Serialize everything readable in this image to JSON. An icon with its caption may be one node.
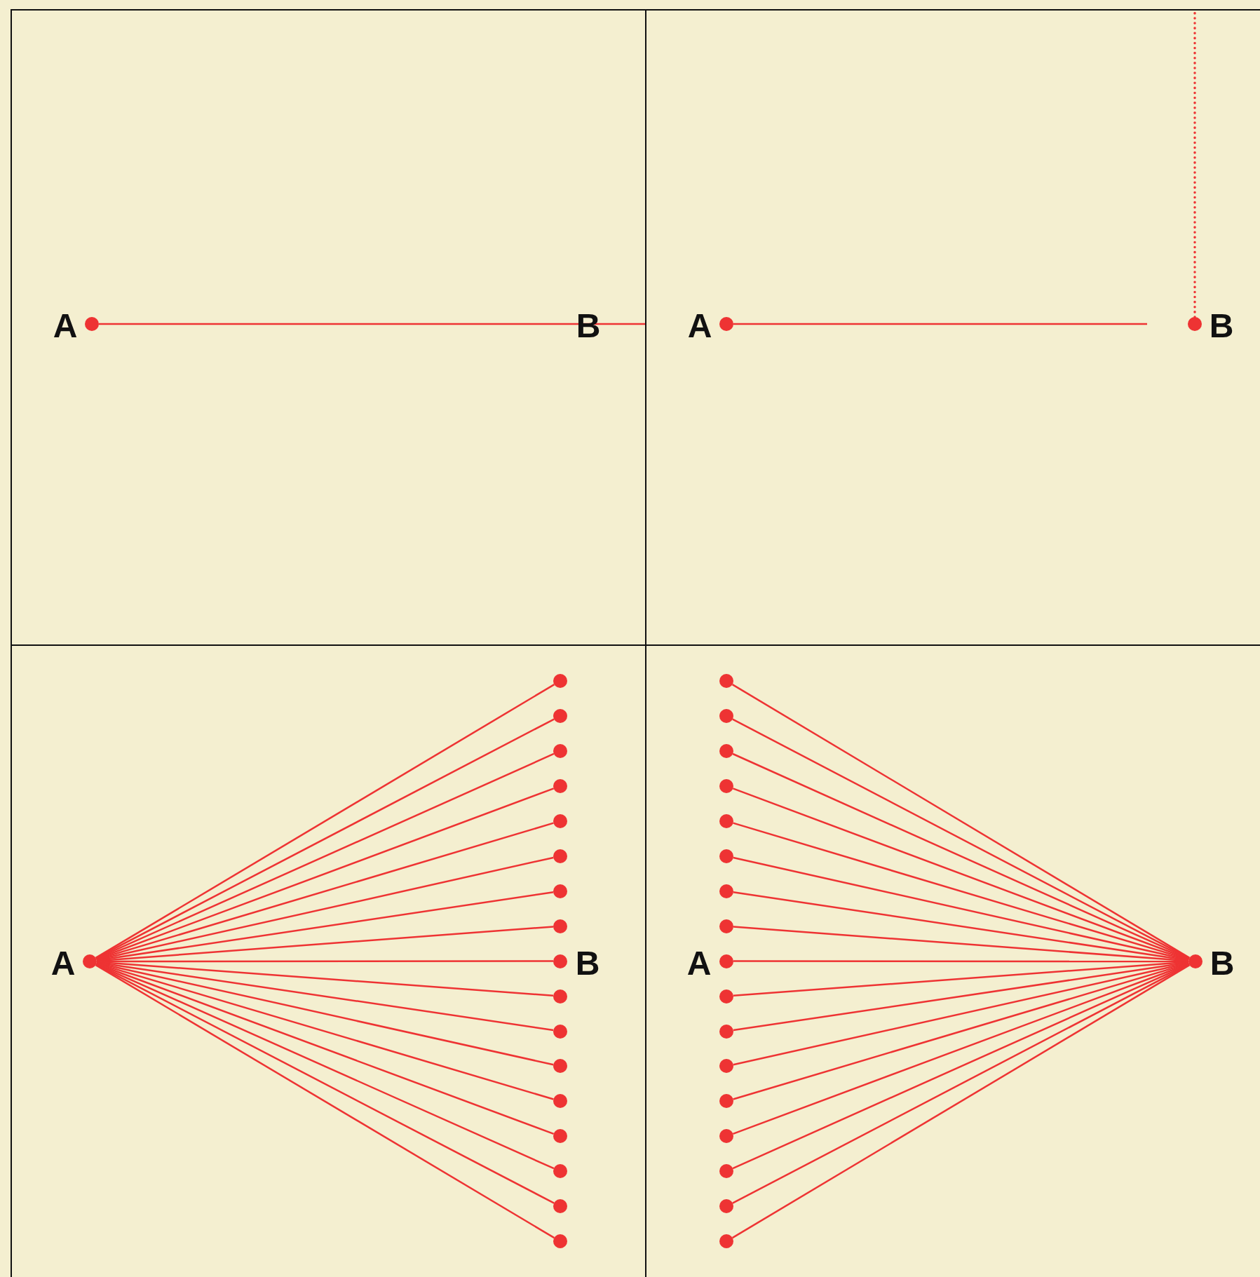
{
  "diagram": {
    "nodes": [
      {
        "text": [],
        "shape": "circle",
        "beside": [
          "A"
        ]
      },
      {
        "text": [],
        "shape": "circle",
        "beside": [
          "A"
        ]
      },
      {
        "text": [],
        "shape": "circle",
        "beside": [
          "B"
        ]
      },
      {
        "text": [],
        "shape": "circle",
        "beside": [
          "A"
        ]
      },
      {
        "text": [],
        "shape": "circle"
      },
      {
        "text": [],
        "shape": "circle"
      },
      {
        "text": [],
        "shape": "circle"
      },
      {
        "text": [],
        "shape": "circle"
      },
      {
        "text": [],
        "shape": "circle"
      },
      {
        "text": [],
        "shape": "circle"
      },
      {
        "text": [],
        "shape": "circle"
      },
      {
        "text": [],
        "shape": "circle"
      },
      {
        "text": [],
        "shape": "circle",
        "beside": [
          "B"
        ]
      },
      {
        "text": [],
        "shape": "circle"
      },
      {
        "text": [],
        "shape": "circle"
      },
      {
        "text": [],
        "shape": "circle"
      },
      {
        "text": [],
        "shape": "circle"
      },
      {
        "text": [],
        "shape": "circle"
      },
      {
        "text": [],
        "shape": "circle"
      },
      {
        "text": [],
        "shape": "circle"
      },
      {
        "text": [],
        "shape": "circle"
      },
      {
        "text": [],
        "shape": "circle"
      },
      {
        "text": [],
        "shape": "circle"
      },
      {
        "text": [],
        "shape": "circle"
      },
      {
        "text": [],
        "shape": "circle"
      },
      {
        "text": [],
        "shape": "circle"
      },
      {
        "text": [],
        "shape": "circle"
      },
      {
        "text": [],
        "shape": "circle"
      },
      {
        "text": [],
        "shape": "circle"
      },
      {
        "text": [],
        "shape": "circle",
        "beside": [
          "A"
        ]
      },
      {
        "text": [],
        "shape": "circle"
      },
      {
        "text": [],
        "shape": "circle"
      },
      {
        "text": [],
        "shape": "circle"
      },
      {
        "text": [],
        "shape": "circle"
      },
      {
        "text": [],
        "shape": "circle"
      },
      {
        "text": [],
        "shape": "circle"
      },
      {
        "text": [],
        "shape": "circle"
      },
      {
        "text": [],
        "shape": "circle"
      },
      {
        "text": [],
        "shape": "circle",
        "beside": [
          "B"
        ]
      }
    ],
    "edges": [
      {
        "from": 0,
        "to": null,
        "arrow": "none"
      },
      {
        "from": 1,
        "to": null,
        "arrow": "none"
      },
      {
        "from": 2,
        "to": null,
        "arrow": "none",
        "style": "dashed"
      },
      {
        "from": 3,
        "to": 4,
        "arrow": "none"
      },
      {
        "from": 3,
        "to": 5,
        "arrow": "none"
      },
      {
        "from": 3,
        "to": 6,
        "arrow": "none"
      },
      {
        "from": 3,
        "to": 7,
        "arrow": "none"
      },
      {
        "from": 3,
        "to": 8,
        "arrow": "none"
      },
      {
        "from": 3,
        "to": 9,
        "arrow": "none"
      },
      {
        "from": 3,
        "to": 10,
        "arrow": "none"
      },
      {
        "from": 3,
        "to": 11,
        "arrow": "none"
      },
      {
        "from": 3,
        "to": 12,
        "arrow": "none"
      },
      {
        "from": 3,
        "to": 13,
        "arrow": "none"
      },
      {
        "from": 3,
        "to": 14,
        "arrow": "none"
      },
      {
        "from": 3,
        "to": 15,
        "arrow": "none"
      },
      {
        "from": 3,
        "to": 16,
        "arrow": "none"
      },
      {
        "from": 3,
        "to": 17,
        "arrow": "none"
      },
      {
        "from": 3,
        "to": 18,
        "arrow": "none"
      },
      {
        "from": 3,
        "to": 19,
        "arrow": "none"
      },
      {
        "from": 3,
        "to": 20,
        "arrow": "none"
      },
      {
        "from": 21,
        "to": 38,
        "arrow": "none"
      },
      {
        "from": 22,
        "to": 38,
        "arrow": "none"
      },
      {
        "from": 23,
        "to": 38,
        "arrow": "none"
      },
      {
        "from": 24,
        "to": 38,
        "arrow": "none"
      },
      {
        "from": 25,
        "to": 38,
        "arrow": "none"
      },
      {
        "from": 26,
        "to": 38,
        "arrow": "none"
      },
      {
        "from": 27,
        "to": 38,
        "arrow": "none"
      },
      {
        "from": 28,
        "to": 38,
        "arrow": "none"
      },
      {
        "from": 29,
        "to": 38,
        "arrow": "none"
      },
      {
        "from": 30,
        "to": 38,
        "arrow": "none"
      },
      {
        "from": 31,
        "to": 38,
        "arrow": "none"
      },
      {
        "from": 32,
        "to": 38,
        "arrow": "none"
      },
      {
        "from": 33,
        "to": 38,
        "arrow": "none"
      },
      {
        "from": 34,
        "to": 38,
        "arrow": "none"
      },
      {
        "from": 35,
        "to": 38,
        "arrow": "none"
      },
      {
        "from": 36,
        "to": 38,
        "arrow": "none"
      },
      {
        "from": 37,
        "to": 38,
        "arrow": "none"
      }
    ],
    "labels": [
      "B"
    ]
  }
}
